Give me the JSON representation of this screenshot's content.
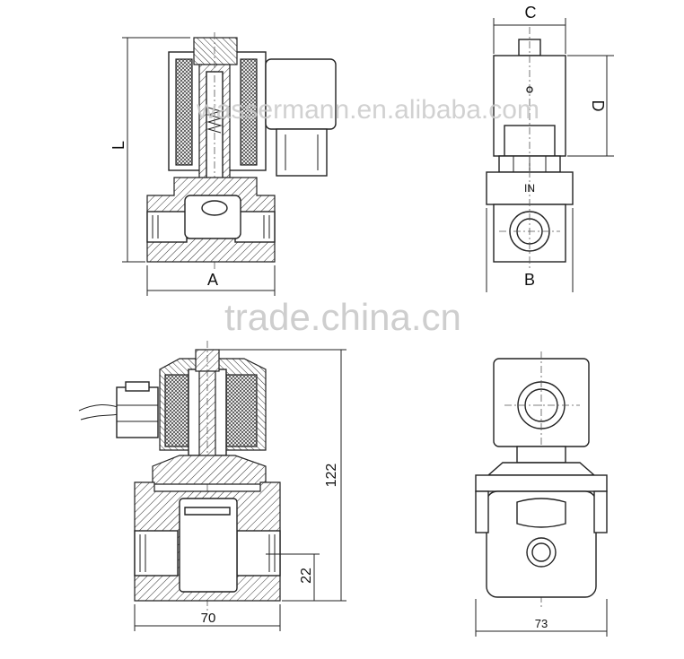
{
  "drawing": {
    "labels": {
      "top_left_height": "L",
      "top_left_width": "A",
      "top_right_width": "C",
      "top_right_height": "D",
      "top_right_bottom": "B",
      "inlet_marking": "IN"
    },
    "dimensions": {
      "bottom_left_height": "122",
      "bottom_left_port_height": "22",
      "bottom_left_width": "70",
      "bottom_right_width": "73"
    }
  },
  "watermarks": {
    "top": "wassermann.en.alibaba.com",
    "middle": "trade.china.cn"
  }
}
